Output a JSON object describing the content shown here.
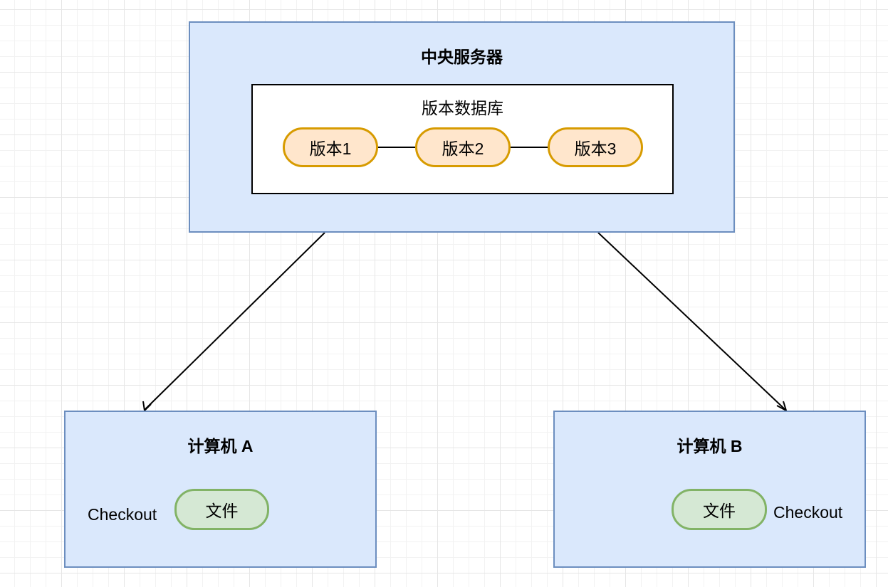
{
  "server": {
    "title": "中央服务器",
    "database": {
      "label": "版本数据库",
      "versions": [
        "版本1",
        "版本2",
        "版本3"
      ]
    }
  },
  "computers": [
    {
      "title": "计算机 A",
      "file_label": "文件",
      "action_label": "Checkout"
    },
    {
      "title": "计算机 B",
      "file_label": "文件",
      "action_label": "Checkout"
    }
  ],
  "colors": {
    "container_fill": "#dae8fc",
    "container_stroke": "#6c8ebf",
    "version_fill": "#ffe6cc",
    "version_stroke": "#d79b00",
    "file_fill": "#d5e8d4",
    "file_stroke": "#82b366"
  }
}
